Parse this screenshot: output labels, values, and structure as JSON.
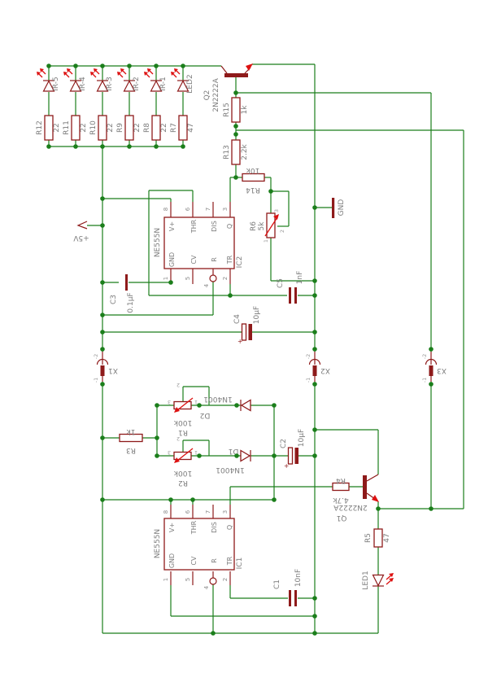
{
  "colors": {
    "wire": "#1b7e1b",
    "component": "#8e1a1a",
    "accent": "#dd1111",
    "label": "#7c7c7c"
  },
  "schematic": {
    "power": {
      "plus5v": "+5V",
      "gnd": "GND"
    },
    "led_array": {
      "items": [
        {
          "led": "IR-5",
          "res": "R12",
          "val": "22"
        },
        {
          "led": "IR-4",
          "res": "R11",
          "val": "22"
        },
        {
          "led": "IR-3",
          "res": "R10",
          "val": "22"
        },
        {
          "led": "IR-2",
          "res": "R9",
          "val": "22"
        },
        {
          "led": "IR-1",
          "res": "R8",
          "val": "22"
        },
        {
          "led": "LED2",
          "res": "R7",
          "val": "47"
        }
      ]
    },
    "transistors": {
      "q2": {
        "ref": "Q2",
        "part": "2N2222A"
      },
      "q1": {
        "ref": "Q1",
        "part": "2N2222A"
      }
    },
    "resistors": {
      "r15": {
        "ref": "R15",
        "val": "1k"
      },
      "r13": {
        "ref": "R13",
        "val": "2.2k"
      },
      "r14": {
        "ref": "R14",
        "val": "10k"
      },
      "r6": {
        "ref": "R6",
        "val": "5k"
      },
      "r3": {
        "ref": "R3",
        "val": "1k"
      },
      "r1": {
        "ref": "R1",
        "val": "100k"
      },
      "r2": {
        "ref": "R2",
        "val": "100k"
      },
      "r4": {
        "ref": "R4",
        "val": "4.7k"
      },
      "r5": {
        "ref": "R5",
        "val": "47"
      }
    },
    "capacitors": {
      "c3": {
        "ref": "C3",
        "val": "0.1µF"
      },
      "c5": {
        "ref": "C5",
        "val": "1nF"
      },
      "c4": {
        "ref": "C4",
        "val": "10µF",
        "plus": "+"
      },
      "c2": {
        "ref": "C2",
        "val": "10µF",
        "plus": "+"
      },
      "c1": {
        "ref": "C1",
        "val": "10nF"
      }
    },
    "diodes": {
      "d1": {
        "ref": "D1",
        "part": "1N4001"
      },
      "d2": {
        "ref": "D2",
        "part": "1N4001"
      }
    },
    "connectors": {
      "x1": {
        "ref": "X1",
        "pin1": "-1",
        "pin2": "-2"
      },
      "x2": {
        "ref": "X2",
        "pin1": "-1",
        "pin2": "-2"
      },
      "x3": {
        "ref": "X3",
        "pin1": "-1",
        "pin2": "-2"
      }
    },
    "ics": {
      "ic2": {
        "ref": "IC2",
        "part": "NE555N"
      },
      "ic1": {
        "ref": "IC1",
        "part": "NE555N"
      },
      "pins": {
        "top_nums": [
          "8",
          "6",
          "7",
          "3"
        ],
        "bot_nums": [
          "1",
          "5",
          "4",
          "2"
        ],
        "top_names": [
          "V+",
          "THR",
          "DIS",
          "Q"
        ],
        "bot_names": [
          "GND",
          "CV",
          "R",
          "TR"
        ]
      }
    },
    "pot_pins": {
      "p1": "1",
      "p2": "2",
      "p3": "3"
    }
  }
}
